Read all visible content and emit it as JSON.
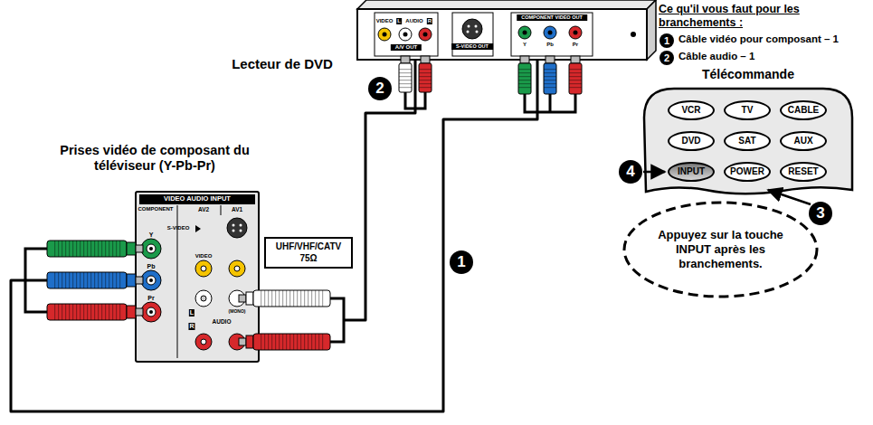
{
  "diagram": {
    "nodes": [
      {
        "text": [
          "Lecteur de DVD"
        ]
      },
      {
        "text": [
          "Prises vidéo de composant du téléviseur (Y-Pb-Pr)"
        ]
      },
      {
        "text": [
          "UHF/VHF/CATV 75Ω"
        ],
        "in": 1
      },
      {
        "text": [
          "Télécommande"
        ]
      },
      {
        "text": [
          "VCR"
        ],
        "in": 3
      },
      {
        "text": [
          "TV"
        ],
        "in": 3
      },
      {
        "text": [
          "CABLE"
        ],
        "in": 3
      },
      {
        "text": [
          "DVD"
        ],
        "in": 3
      },
      {
        "text": [
          "SAT"
        ],
        "in": 3
      },
      {
        "text": [
          "AUX"
        ],
        "in": 3
      },
      {
        "text": [
          "INPUT"
        ],
        "in": 3
      },
      {
        "text": [
          "POWER"
        ],
        "in": 3
      },
      {
        "text": [
          "RESET"
        ],
        "in": 3
      },
      {
        "text": [
          "Appuyez sur la touche INPUT après les branchements."
        ]
      }
    ],
    "edges": [
      {
        "from": 0,
        "to": 1,
        "arrow": "none"
      },
      {
        "from": 0,
        "to": 1,
        "arrow": "none"
      }
    ],
    "labels": [
      "VIDEO",
      "L",
      "AUDIO",
      "R",
      "A/V OUT",
      "S-VIDEO OUT",
      "COMPONENT VIDEO OUT",
      "Y",
      "Pb",
      "Pr",
      "VIDEO AUDIO INPUT",
      "COMPONENT",
      "AV2",
      "AV1",
      "S-VIDEO",
      "VIDEO",
      "Y",
      "Pb",
      "Pr",
      "L",
      "R",
      "AUDIO",
      "(MONO)",
      "Ce qu'il vous faut pour les branchements :",
      "1",
      "Câble vidéo pour composant – 1",
      "2",
      "Câble audio – 1",
      "2",
      "1",
      "4",
      "3"
    ]
  }
}
